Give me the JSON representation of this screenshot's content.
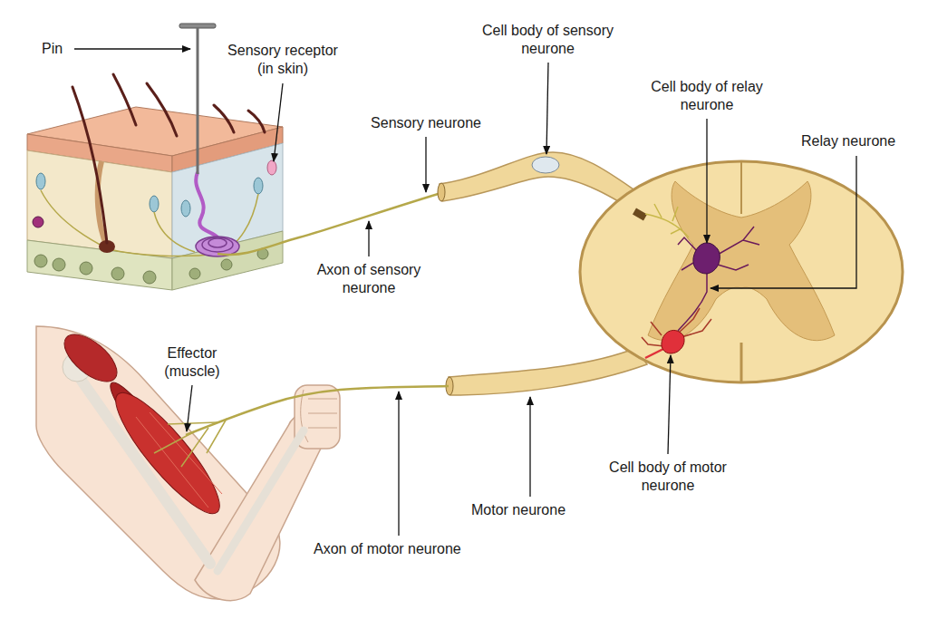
{
  "diagram": {
    "labels": [
      "Pin",
      "Cell body of sensory neurone",
      "Sensory receptor (in skin)",
      "Cell body of relay neurone",
      "Relay neurone",
      "Sensory neurone",
      "Axon of sensory neurone",
      "Effector (muscle)",
      "Cell body of motor neurone",
      "Motor neurone",
      "Axon of motor neurone"
    ]
  }
}
